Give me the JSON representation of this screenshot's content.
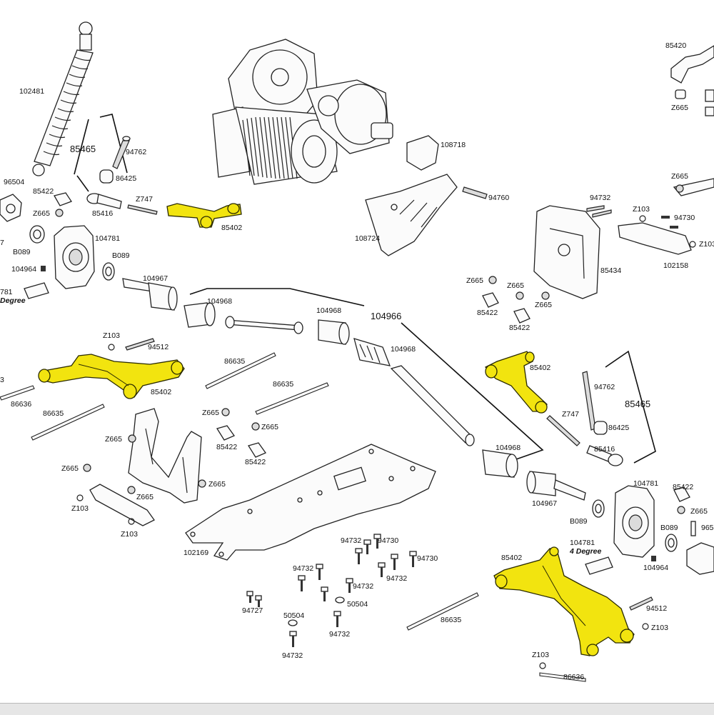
{
  "colors": {
    "highlight": "#f2e40f",
    "outline": "#222222",
    "background": "#ffffff"
  },
  "labels": {
    "shock": "102481",
    "group_85465_left": "85465",
    "screw_94762_left": "94762",
    "bushing_86425_left": "86425",
    "rod_end_85416_left": "85416",
    "pin_z747_left": "Z747",
    "arm_85402_top": "85402",
    "part_96504": "96504",
    "nut_85422_left": "85422",
    "z665_left": "Z665",
    "b089_left_a": "B089",
    "b089_left_b": "B089",
    "carrier_104781_left": "104781",
    "screw_104964_left": "104964",
    "cup_104967_left": "104967",
    "part_781_left": "781",
    "degree_left": "Degree",
    "part_7_left": "7",
    "motor_mount_108718": "108718",
    "screw_94760": "94760",
    "plate_108724": "108724",
    "group_104966": "104966",
    "cv_104968_a": "104968",
    "cv_104968_b": "104968",
    "cv_104968_c": "104968",
    "cv_104968_d": "104968",
    "z103_top": "Z103",
    "screw_94512_top": "94512",
    "arm_85402_lower_left": "85402",
    "part_3_left": "3",
    "pin_86636_left": "86636",
    "pin_86635_a": "86635",
    "pin_86635_b": "86635",
    "pin_86635_c": "86635",
    "z665_mid_a": "Z665",
    "z665_mid_b": "Z665",
    "z665_mid_c": "Z665",
    "z665_mid_d": "Z665",
    "z665_mid_e": "Z665",
    "z665_mid_f": "Z665",
    "nut_85422_mid_a": "85422",
    "nut_85422_mid_b": "85422",
    "z103_left_a": "Z103",
    "z103_left_b": "Z103",
    "chassis_102169": "102169",
    "screw_94732_a": "94732",
    "screw_94732_b": "94732",
    "screw_94732_c": "94732",
    "screw_94732_d": "94732",
    "screw_94732_e": "94732",
    "screw_94732_f": "94732",
    "screw_94730_a": "94730",
    "screw_94730_b": "94730",
    "screw_94727": "94727",
    "washer_50504_a": "50504",
    "washer_50504_b": "50504",
    "part_85420": "85420",
    "z665_right_top": "Z665",
    "z665_right_b": "Z665",
    "screw_94732_right": "94732",
    "z103_right_a": "Z103",
    "screw_94730_right": "94730",
    "z103_right_b": "Z103",
    "part_102158": "102158",
    "bulkhead_85434": "85434",
    "z665_r1": "Z665",
    "z665_r2": "Z665",
    "z665_r3": "Z665",
    "nut_85422_r1": "85422",
    "nut_85422_r2": "85422",
    "arm_85402_right_upper": "85402",
    "screw_94762_right": "94762",
    "group_85465_right": "85465",
    "pin_z747_right": "Z747",
    "bushing_86425_right": "86425",
    "rod_end_85416_right": "85416",
    "cup_104967_right": "104967",
    "b089_right_a": "B089",
    "b089_right_b": "B089",
    "carrier_104781_right": "104781",
    "degree_right": "4 Degree",
    "carrier_104781_right_b": "104781",
    "screw_104964_right": "104964",
    "nut_85422_right_low": "85422",
    "z665_right_low": "Z665",
    "part_965_right": "965",
    "arm_85402_lower_right": "85402",
    "screw_94512_bottom": "94512",
    "z103_bottom_a": "Z103",
    "z103_bottom_b": "Z103",
    "pin_86635_bottom": "86635",
    "pin_86636_bottom": "86636"
  }
}
